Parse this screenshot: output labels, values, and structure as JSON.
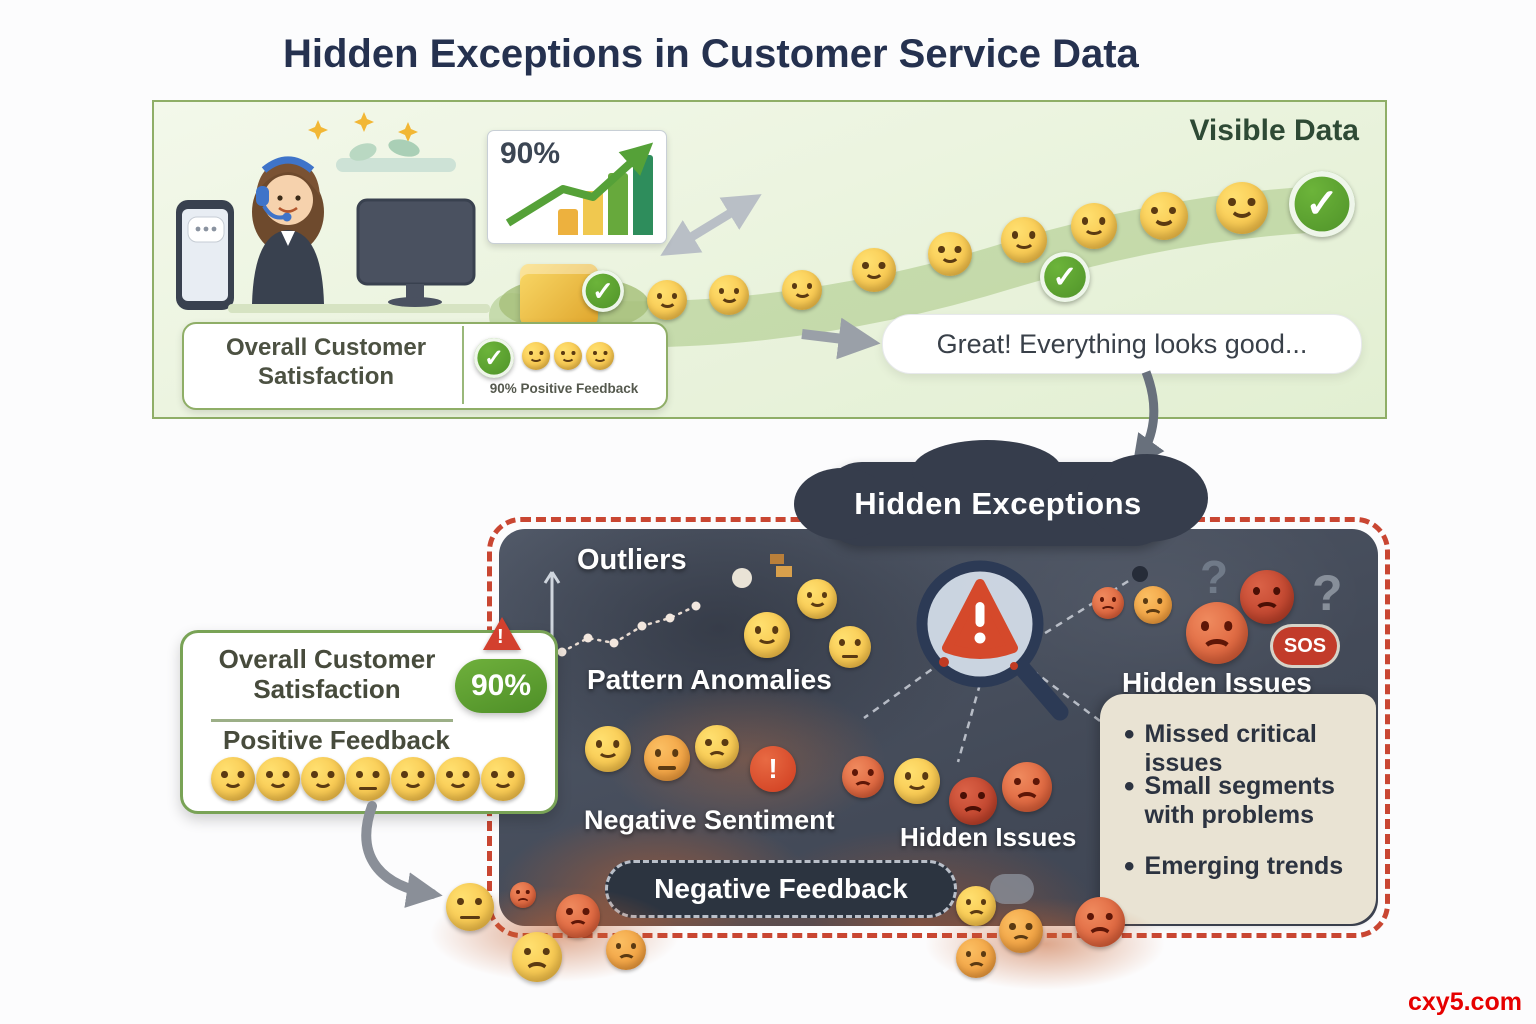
{
  "title": "Hidden Exceptions in Customer Service Data",
  "watermark": "cxy5.com",
  "icons": {
    "check": "✓",
    "exclamation": "!",
    "question": "?"
  },
  "visible_data": {
    "panel_label": "Visible Data",
    "chart_value": "90%",
    "satisfaction_label": "Overall Customer Satisfaction",
    "feedback_caption": "90% Positive Feedback",
    "speech_bubble": "Great! Everything looks good..."
  },
  "hidden": {
    "cloud_label": "Hidden Exceptions",
    "outliers": "Outliers",
    "pattern_anomalies": "Pattern Anomalies",
    "hidden_issues_top": "Hidden Issues",
    "sos": "SOS",
    "negative_sentiment": "Negative Sentiment",
    "hidden_issues_bottom": "Hidden Issues",
    "negative_feedback": "Negative Feedback",
    "issues": [
      "Missed critical issues",
      "Small segments with problems",
      "Emerging trends"
    ]
  },
  "satisfaction_card": {
    "title": "Overall Customer Satisfaction",
    "badge": "90%",
    "subtitle": "Positive Feedback"
  }
}
